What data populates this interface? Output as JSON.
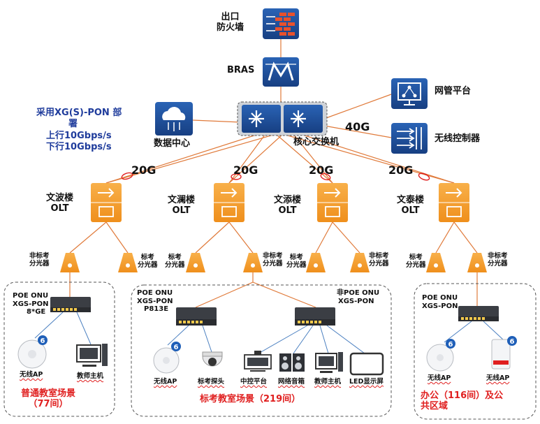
{
  "nodes": {
    "firewall": {
      "label_l1": "出口",
      "label_l2": "防火墙",
      "icon": "firewall-icon"
    },
    "bras": {
      "label": "BRAS",
      "icon": "router-m-icon"
    },
    "nms": {
      "label": "网管平台",
      "icon": "network-management-icon"
    },
    "wlc": {
      "label": "无线控制器",
      "icon": "wireless-controller-icon"
    },
    "datacenter": {
      "label": "数据中心",
      "icon": "cloud-icon"
    },
    "core": {
      "label": "核心交换机",
      "icon": "core-switch-icon"
    },
    "olt1": {
      "label_l1": "文波楼",
      "label_l2": "OLT"
    },
    "olt2": {
      "label_l1": "文澜楼",
      "label_l2": "OLT"
    },
    "olt3": {
      "label_l1": "文添楼",
      "label_l2": "OLT"
    },
    "olt4": {
      "label_l1": "文泰楼",
      "label_l2": "OLT"
    }
  },
  "links": {
    "uplink": "40G",
    "olt_links": [
      "20G",
      "20G",
      "20G",
      "20G"
    ]
  },
  "note": {
    "l1": "采用XG(S)-PON 部",
    "l2": "署",
    "l3": "上行10Gbps/s",
    "l4": "下行10Gbps/s"
  },
  "splitters": {
    "nonstd_l1": "非标考",
    "nonstd_l2": "分光器",
    "std_l1": "标考",
    "std_l2": "分光器"
  },
  "zones": {
    "left": {
      "onu_l1": "POE ONU",
      "onu_l2": "XGS-PON",
      "onu_l3": "8*GE",
      "ap": "无线AP",
      "host": "教师主机",
      "title_l1": "普通教室场景",
      "title_l2": "（77间）"
    },
    "middle": {
      "onu1_l1": "POE ONU",
      "onu1_l2": "XGS-PON",
      "onu1_l3": "P813E",
      "onu2_l1": "非POE ONU",
      "onu2_l2": "XGS-PON",
      "ap": "无线AP",
      "camera": "标考探头",
      "ctrl": "中控平台",
      "speaker": "网络音箱",
      "host": "教师主机",
      "led": "LED显示屏",
      "title": "标考教室场景（219间）"
    },
    "right": {
      "onu_l1": "POE ONU",
      "onu_l2": "XGS-PON",
      "ap1": "无线AP",
      "ap2": "无线AP",
      "title_l1": "办公（116间）及公",
      "title_l2": "共区域"
    }
  },
  "colors": {
    "blue_node": "#1f4f9a",
    "olt_orange": "#f59a23",
    "link_orange": "#e07a3a",
    "ap_badge": "#1f5fb8",
    "alarm_red": "#e02020"
  }
}
